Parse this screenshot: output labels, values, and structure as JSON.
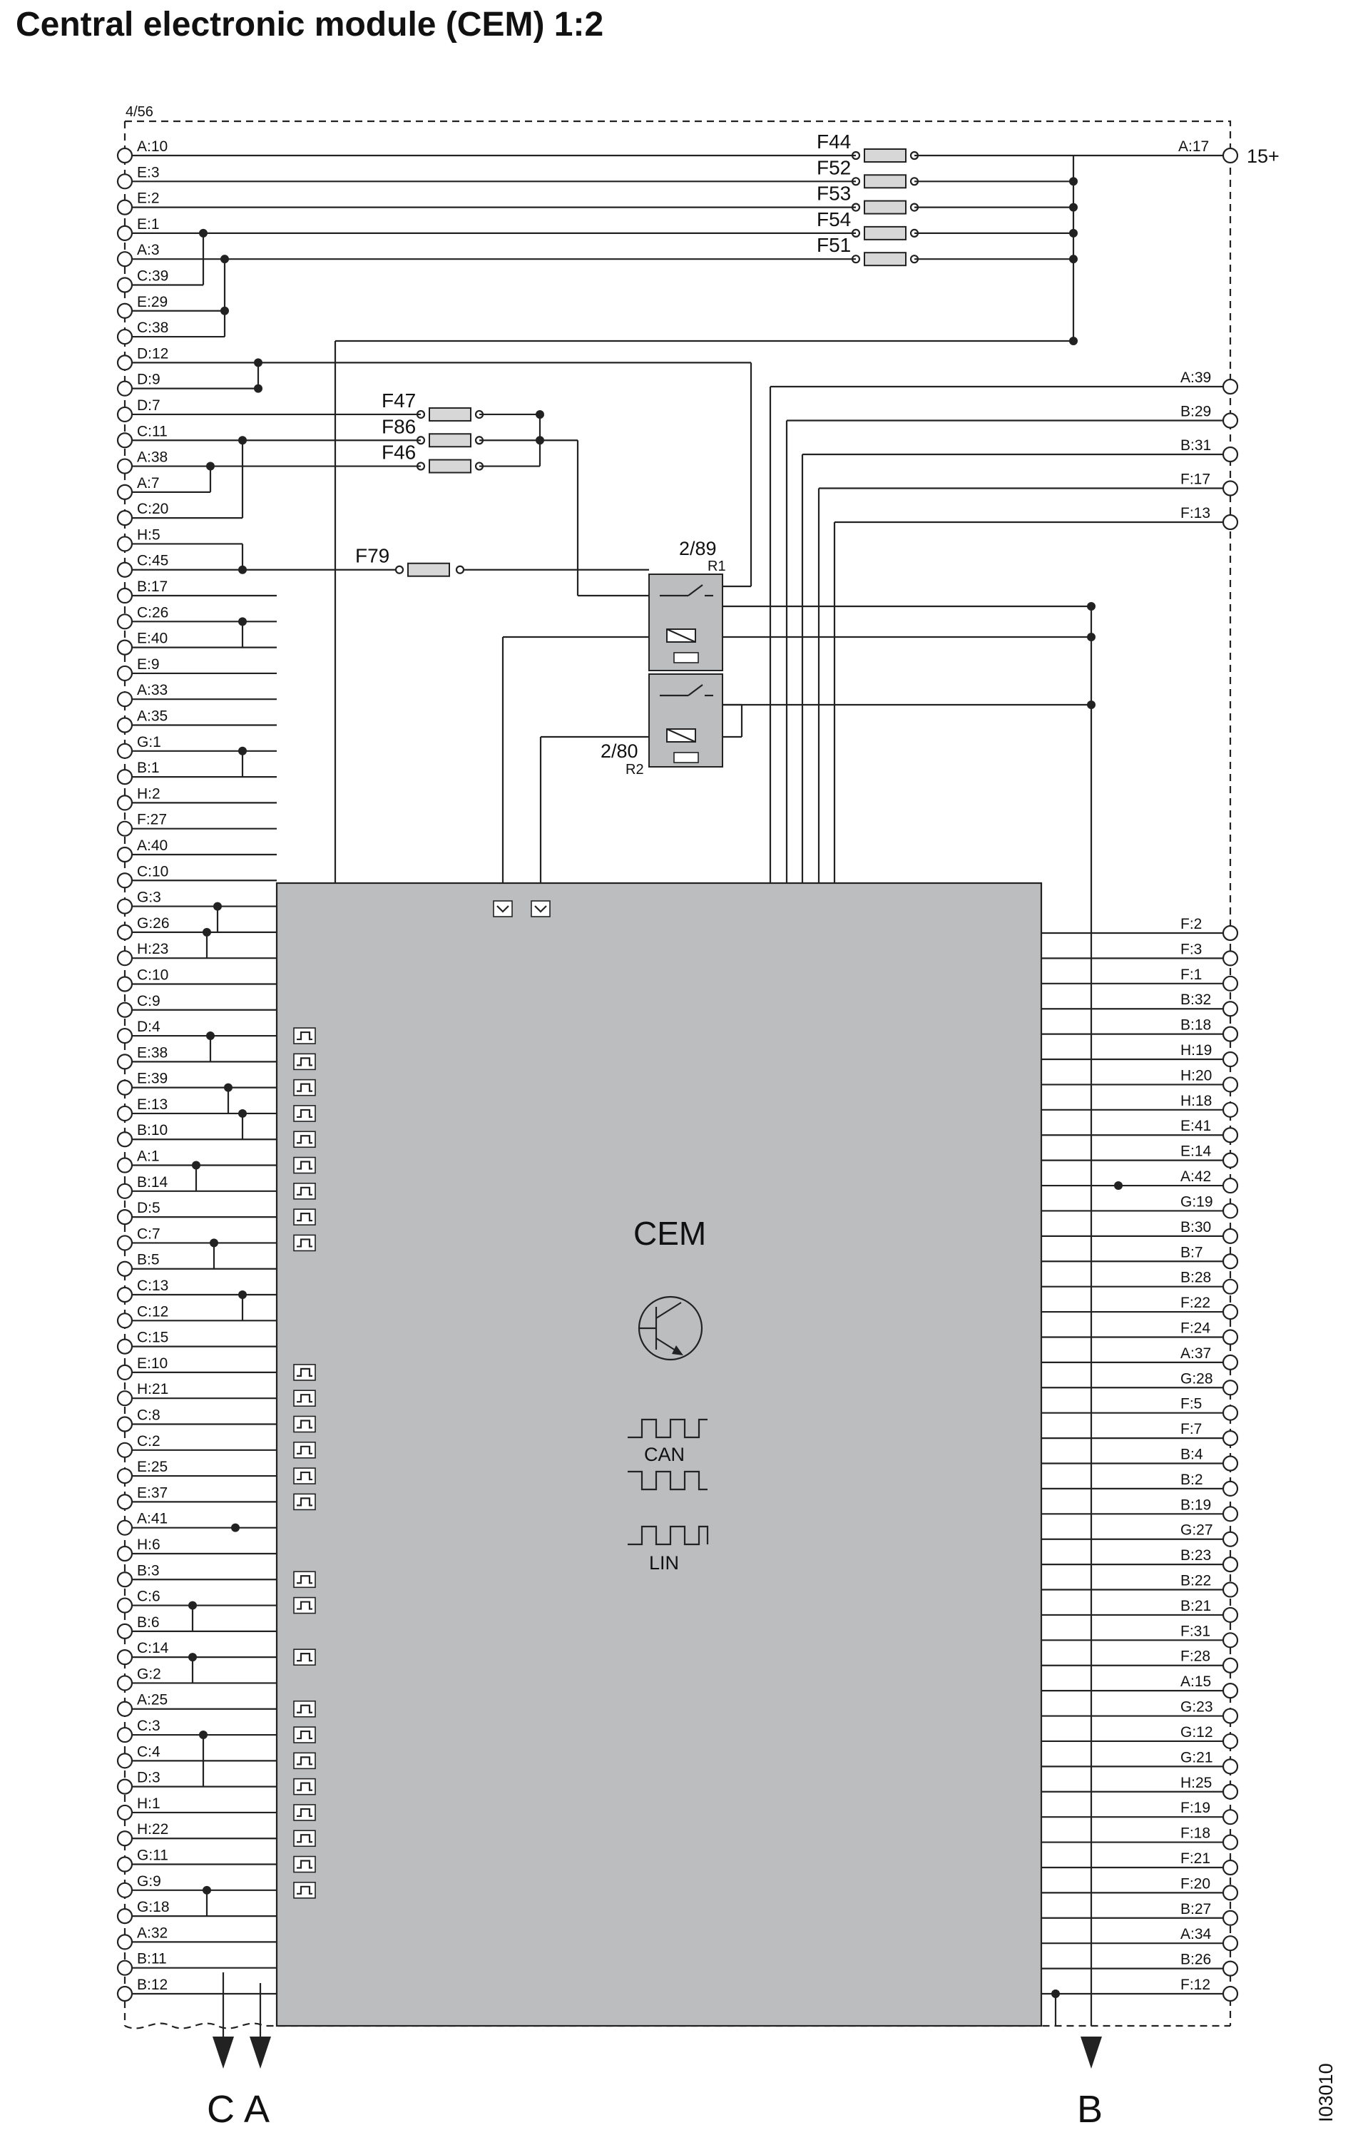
{
  "title": "Central electronic module (CEM) 1:2",
  "sheet_ref": "4/56",
  "supply_label": "15+",
  "supply_pin": "A:17",
  "left_pins": [
    "A:10",
    "E:3",
    "E:2",
    "E:1",
    "A:3",
    "C:39",
    "E:29",
    "C:38",
    "D:12",
    "D:9",
    "D:7",
    "C:11",
    "A:38",
    "A:7",
    "C:20",
    "H:5",
    "C:45",
    "B:17",
    "C:26",
    "E:40",
    "E:9",
    "A:33",
    "A:35",
    "G:1",
    "B:1",
    "H:2",
    "F:27",
    "A:40",
    "C:10",
    "G:3",
    "G:26",
    "H:23",
    "C:10",
    "C:9",
    "D:4",
    "E:38",
    "E:39",
    "E:13",
    "B:10",
    "A:1",
    "B:14",
    "D:5",
    "C:7",
    "B:5",
    "C:13",
    "C:12",
    "C:15",
    "E:10",
    "H:21",
    "C:8",
    "C:2",
    "E:25",
    "E:37",
    "A:41",
    "H:6",
    "B:3",
    "C:6",
    "B:6",
    "C:14",
    "G:2",
    "A:25",
    "C:3",
    "C:4",
    "D:3",
    "H:1",
    "H:22",
    "G:11",
    "G:9",
    "G:18",
    "A:32",
    "B:11",
    "B:12"
  ],
  "right_top_pins": [
    "A:39",
    "B:29",
    "B:31",
    "F:17",
    "F:13"
  ],
  "right_pins": [
    "F:2",
    "F:3",
    "F:1",
    "B:32",
    "B:18",
    "H:19",
    "H:20",
    "H:18",
    "E:41",
    "E:14",
    "A:42",
    "G:19",
    "B:30",
    "B:7",
    "B:28",
    "F:22",
    "F:24",
    "A:37",
    "G:28",
    "F:5",
    "F:7",
    "B:4",
    "B:2",
    "B:19",
    "G:27",
    "B:23",
    "B:22",
    "B:21",
    "F:31",
    "F:28",
    "A:15",
    "G:23",
    "G:12",
    "G:21",
    "H:25",
    "F:19",
    "F:18",
    "F:21",
    "F:20",
    "B:27",
    "A:34",
    "B:26",
    "F:12"
  ],
  "fuses_top": [
    "F44",
    "F52",
    "F53",
    "F54",
    "F51"
  ],
  "fuses_mid": [
    "F47",
    "F86",
    "F46"
  ],
  "fuse_f79": "F79",
  "relay1": {
    "id": "2/89",
    "tag": "R1"
  },
  "relay2": {
    "id": "2/80",
    "tag": "R2"
  },
  "module_label": "CEM",
  "can_label": "CAN",
  "lin_label": "LIN",
  "arrows": [
    "C",
    "A",
    "B"
  ],
  "figure_code": "I03010"
}
